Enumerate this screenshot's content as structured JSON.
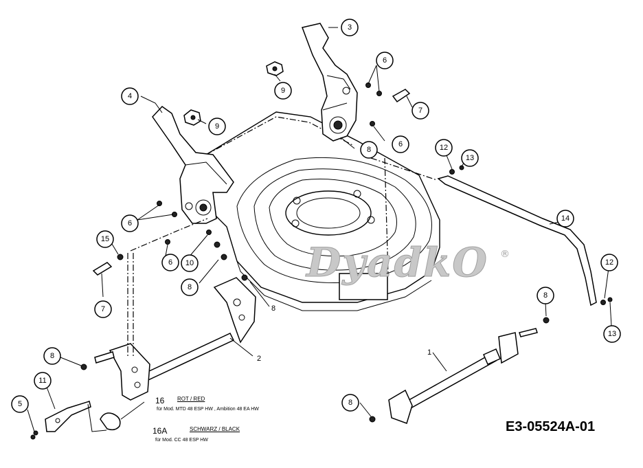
{
  "diagram": {
    "drawing_code": "E3-05524A-01",
    "watermark": "DyadkO",
    "watermark_mark": "®",
    "callouts": [
      "1",
      "2",
      "3",
      "4",
      "5",
      "6",
      "7",
      "8",
      "9",
      "10",
      "11",
      "12",
      "13",
      "14",
      "15",
      "16",
      "16A"
    ],
    "legend": {
      "item16": {
        "number": "16",
        "color": "ROT / RED",
        "note": "für Mod. MTD 48 ESP HW , Ambition 48 EA HW"
      },
      "item16a": {
        "number": "16A",
        "color": "SCHWARZ / BLACK",
        "note": "für Mod. CC 48 ESP HW"
      }
    }
  }
}
